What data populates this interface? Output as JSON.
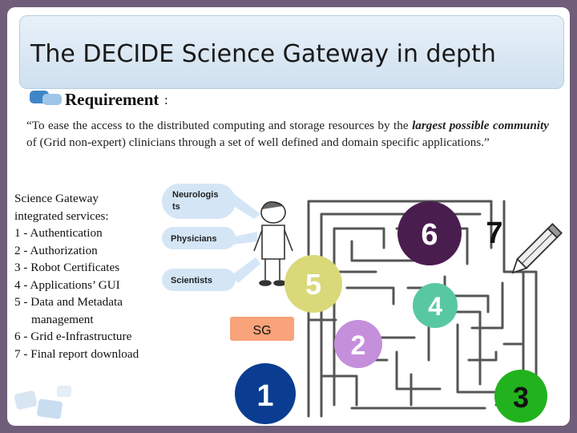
{
  "title": "The DECIDE Science Gateway in depth",
  "requirement": {
    "label": "Requirement",
    "colon": ":",
    "quote_part1": "“To ease the access to the distributed computing and storage resources by the ",
    "quote_emph": "largest possible community",
    "quote_part2": " of (Grid non-expert) clinicians through a set of well defined and domain specific applications.”"
  },
  "services": {
    "heading_line1": "Science Gateway",
    "heading_line2": "integrated services:",
    "items": [
      "1 - Authentication",
      "2 - Authorization",
      "3 - Robot Certificates",
      "4 - Applications’ GUI",
      "5 - Data and Metadata",
      "management",
      "6 - Grid e-Infrastructure",
      "7 - Final report download"
    ]
  },
  "diagram": {
    "user_labels": [
      "Neurologis",
      "ts",
      "Physicians",
      "Scientists"
    ],
    "sg_label": "SG",
    "steps": [
      "1",
      "2",
      "3",
      "4",
      "5",
      "6",
      "7"
    ],
    "colors": {
      "maze": "#555555",
      "step1": "#0a3d91",
      "step2": "#c58fdc",
      "step3": "#22b21e",
      "step4": "#58c8a2",
      "step5": "#d9d97a",
      "step6": "#4a1d4f",
      "user_pill": "#d4e6f6",
      "sg_box": "#f8a37a"
    }
  }
}
